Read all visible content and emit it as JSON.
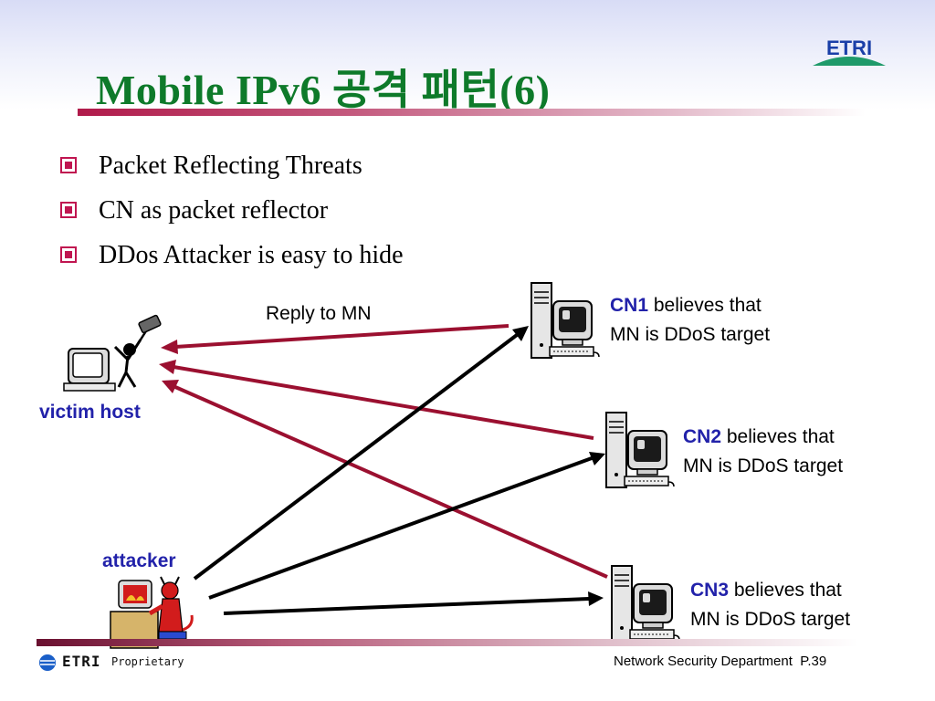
{
  "slide": {
    "title": "Mobile IPv6 공격 패턴(6)",
    "logo_text": "ETRI",
    "bullets": [
      "Packet Reflecting Threats",
      "CN as packet reflector",
      "DDos Attacker is easy to hide"
    ]
  },
  "diagram": {
    "reply_label": "Reply to MN",
    "victim_label": "victim host",
    "attacker_label": "attacker",
    "cn_nodes": [
      {
        "name": "CN1",
        "line1": " believes that",
        "line2": "MN is DDoS target"
      },
      {
        "name": "CN2",
        "line1": " believes that",
        "line2": "MN is DDoS target"
      },
      {
        "name": "CN3",
        "line1": " believes that",
        "line2": "MN is DDoS target"
      }
    ],
    "colors": {
      "reply_arrow": "#9b1030",
      "attack_arrow": "#000000",
      "label_blue": "#2222aa",
      "title_green": "#0e7a2a"
    }
  },
  "footer": {
    "org": "ETRI",
    "proprietary": "Proprietary",
    "department": "Network Security Department",
    "page": "P.39"
  }
}
